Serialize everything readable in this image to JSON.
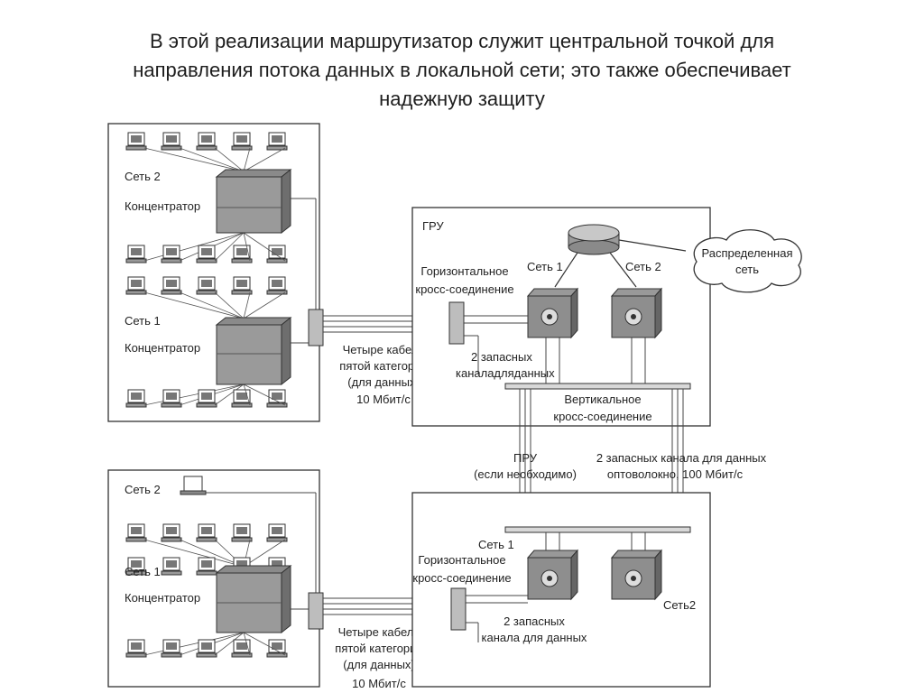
{
  "title": {
    "line1": "В этой реализации маршрутизатор служит центральной точкой для",
    "line2": "направления потока данных в локальной сети; это также обеспечивает",
    "line3": "надежную защиту"
  },
  "top_building": {
    "net2": "Сеть 2",
    "hub2": "Концентратор",
    "net1": "Сеть 1",
    "hub1": "Концентратор",
    "cables": [
      "Четыре кабеля",
      "пятой категории",
      "(для данных)",
      "10 Мбит/с"
    ]
  },
  "gru": {
    "label": "ГРУ",
    "horizontal_cross": [
      "Горизонтальное",
      "кросс-соединение"
    ],
    "net1": "Сеть 1",
    "net2": "Сеть 2",
    "distributed": [
      "Распределенная",
      "сеть"
    ],
    "spare": [
      "2 запасных",
      "каналадляданных"
    ],
    "vertical_cross": [
      "Вертикальное",
      "кросс-соединение"
    ]
  },
  "middle": {
    "pru": [
      "ПРУ",
      "(если необходимо)"
    ],
    "fiber": [
      "2 запасных канала для данных",
      "оптоволокно, 100 Мбит/с"
    ]
  },
  "bottom_building": {
    "net2": "Сеть 2",
    "net1": "Сеть 1",
    "hub1": "Концентратор",
    "cables": [
      "Четыре кабеля",
      "пятой категории",
      "(для данных)",
      "10 Мбит/с"
    ]
  },
  "pru_room": {
    "net1": "Сеть 1",
    "horizontal_cross": [
      "Горизонтальное",
      "кросс-соединение"
    ],
    "net2": "Сеть2",
    "spare": [
      "2 запасных",
      "канала для данных"
    ]
  }
}
